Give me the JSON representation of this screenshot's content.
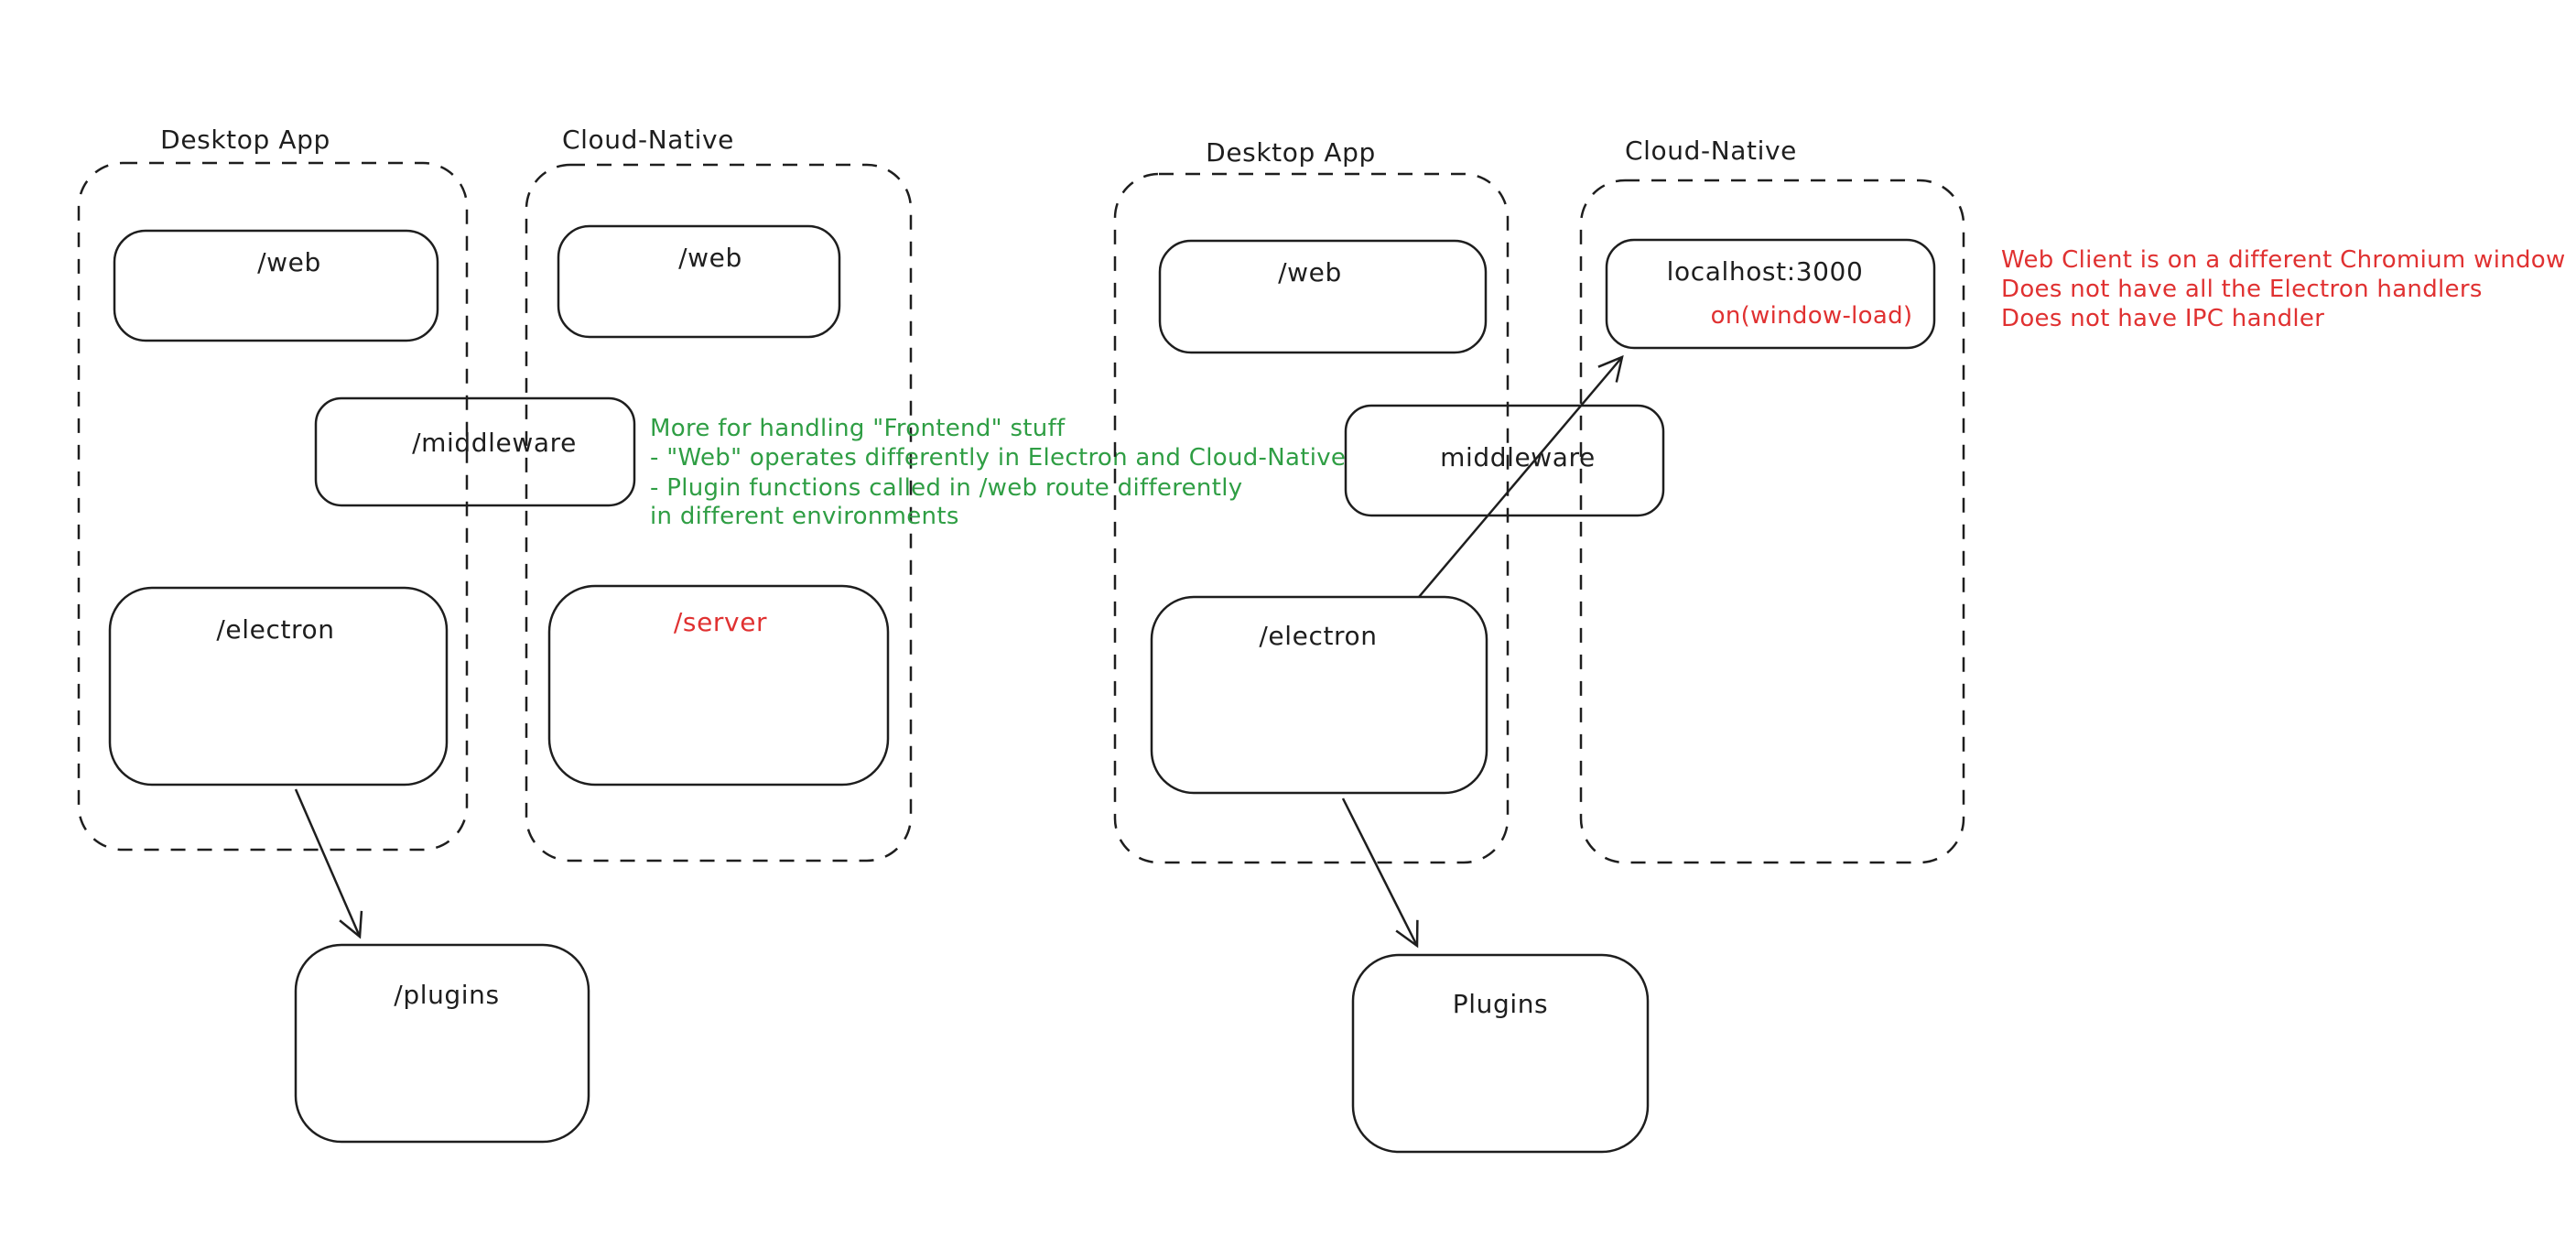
{
  "colors": {
    "stroke": "#1e1e1e",
    "green_annotation": "#2f9e44",
    "red_annotation": "#e03131",
    "background": "#ffffff"
  },
  "left_diagram": {
    "desktop_container_label": "Desktop App",
    "cloud_container_label": "Cloud-Native",
    "web_desktop_label": "/web",
    "web_cloud_label": "/web",
    "middleware_label": "/middleware",
    "electron_label": "/electron",
    "server_label": "/server",
    "plugins_label": "/plugins",
    "note_lines": [
      "More for handling \"Frontend\" stuff",
      "- \"Web\" operates differently in Electron and Cloud-Native",
      "- Plugin functions called in /web route differently",
      "in different environments"
    ]
  },
  "right_diagram": {
    "desktop_container_label": "Desktop App",
    "cloud_container_label": "Cloud-Native",
    "web_label": "/web",
    "middleware_label": "middleware",
    "electron_label": "/electron",
    "localhost_label": "localhost:3000",
    "localhost_event_label": "on(window-load)",
    "plugins_label": "Plugins",
    "note_lines": [
      "Web Client is on a different Chromium window",
      "Does not have all the Electron handlers",
      "Does not have IPC handler"
    ]
  }
}
